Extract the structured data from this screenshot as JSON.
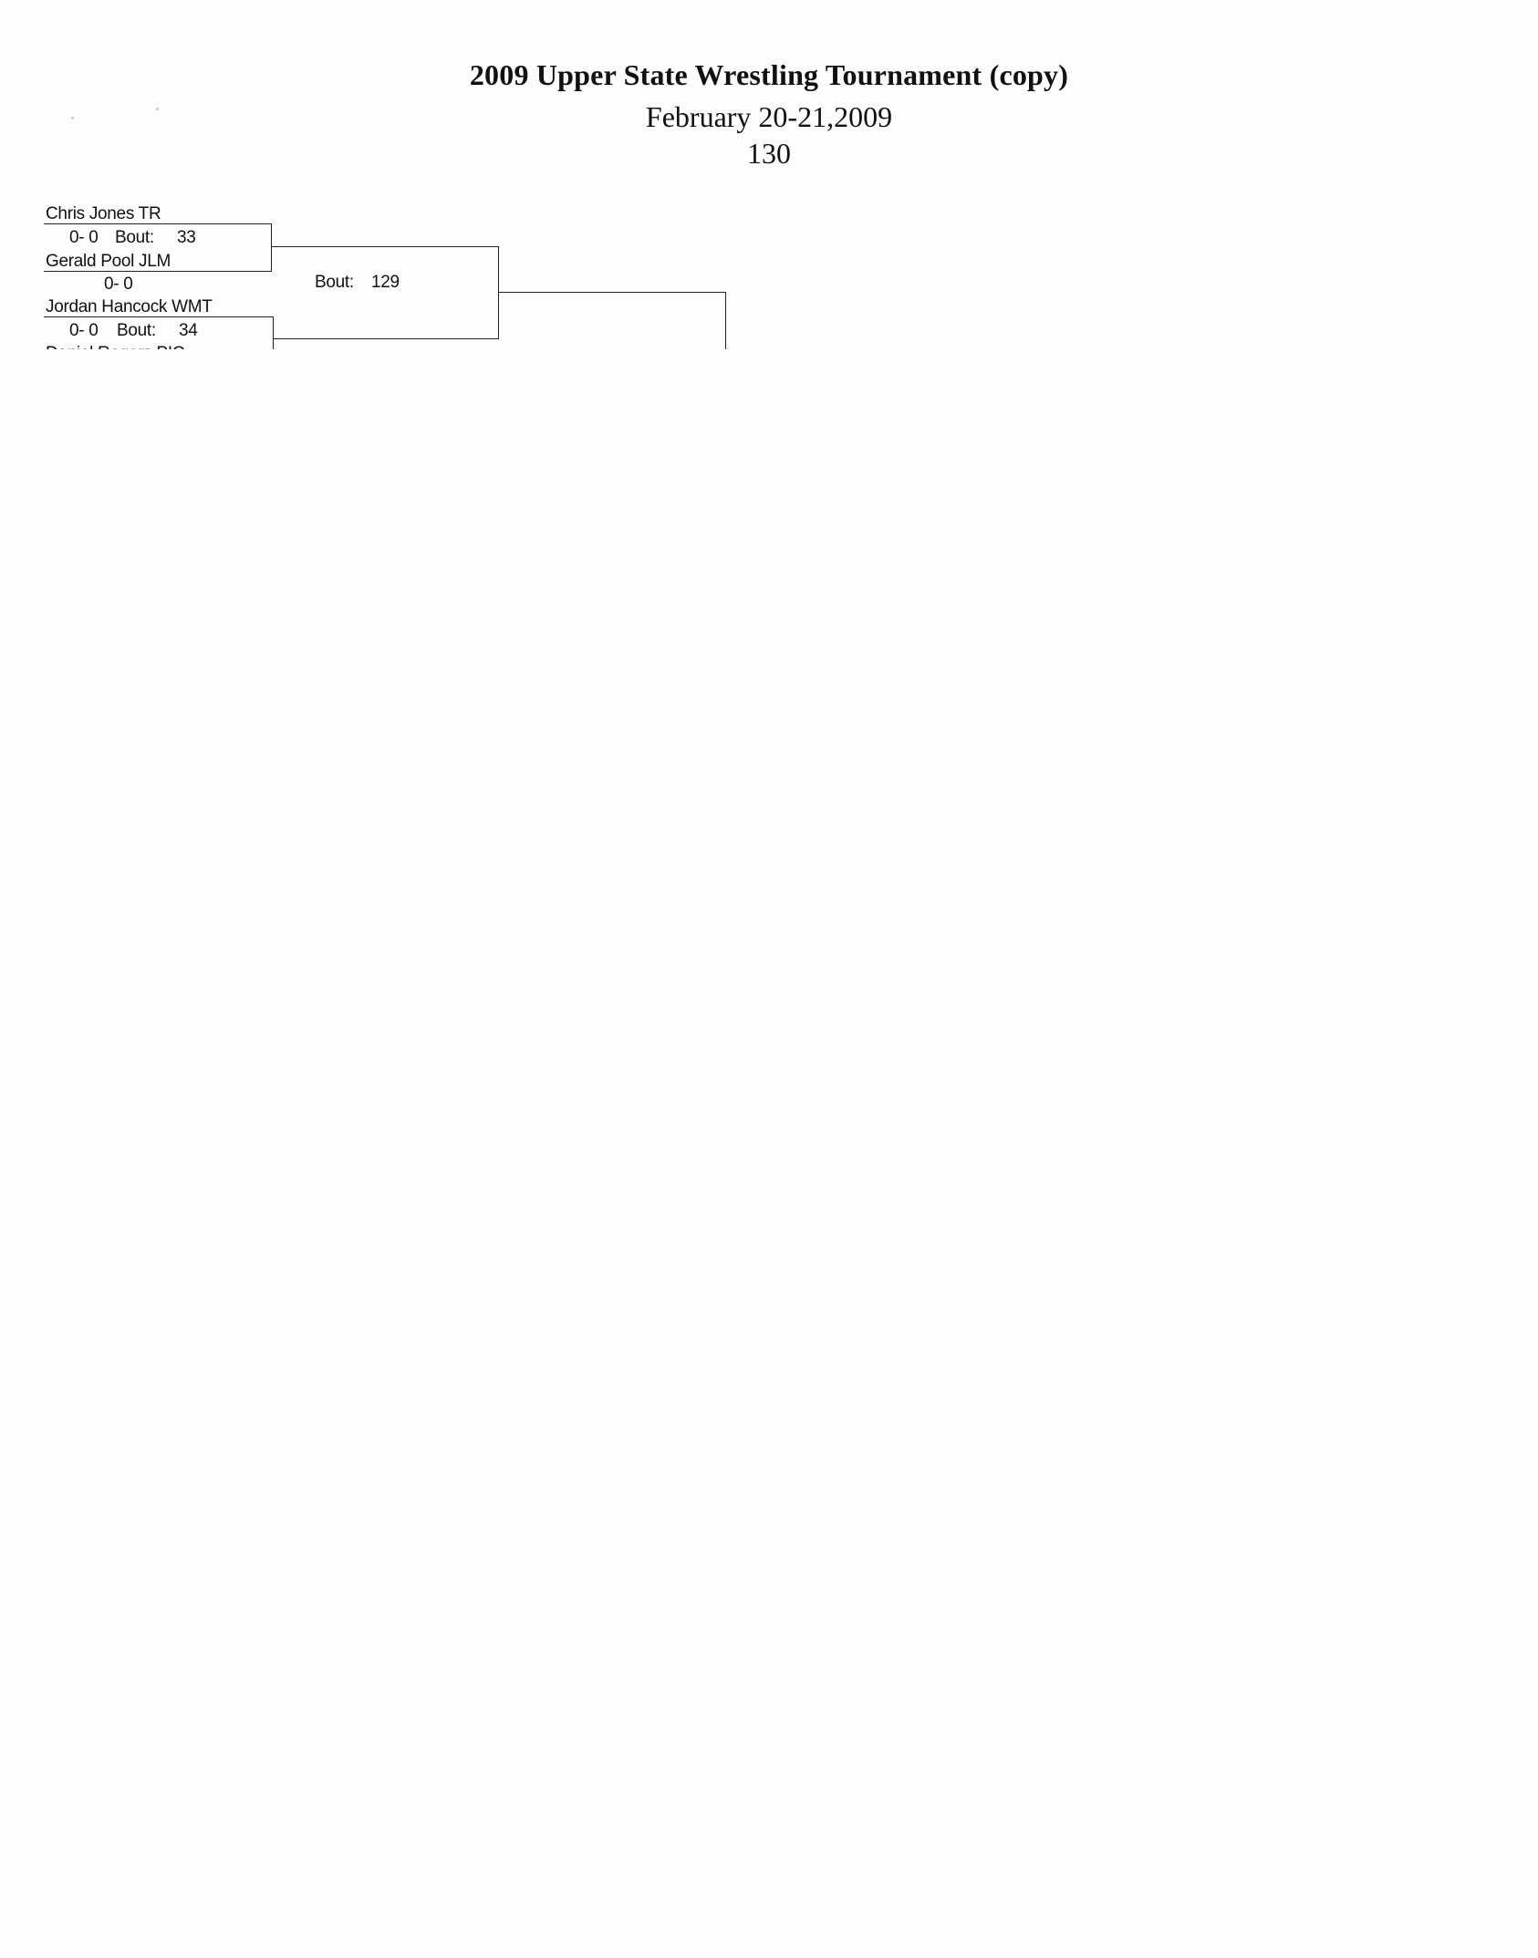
{
  "header": {
    "title": "2009 Upper State Wrestling Tournament (copy)",
    "dates": "February 20-21,2009",
    "weight": "130"
  },
  "bracket": {
    "entries": [
      {
        "name": "Chris Jones TR",
        "record": "0- 0",
        "bout_label": "Bout:",
        "bout_number": "33"
      },
      {
        "name": "Gerald Pool JLM",
        "record": "0- 0"
      },
      {
        "name": "Jordan Hancock WMT",
        "record": "0- 0",
        "bout_label": "Bout:",
        "bout_number": "34"
      },
      {
        "name": "Daniel Rogers PIC"
      }
    ],
    "round2": {
      "bout_label": "Bout:",
      "bout_number": "129"
    }
  }
}
